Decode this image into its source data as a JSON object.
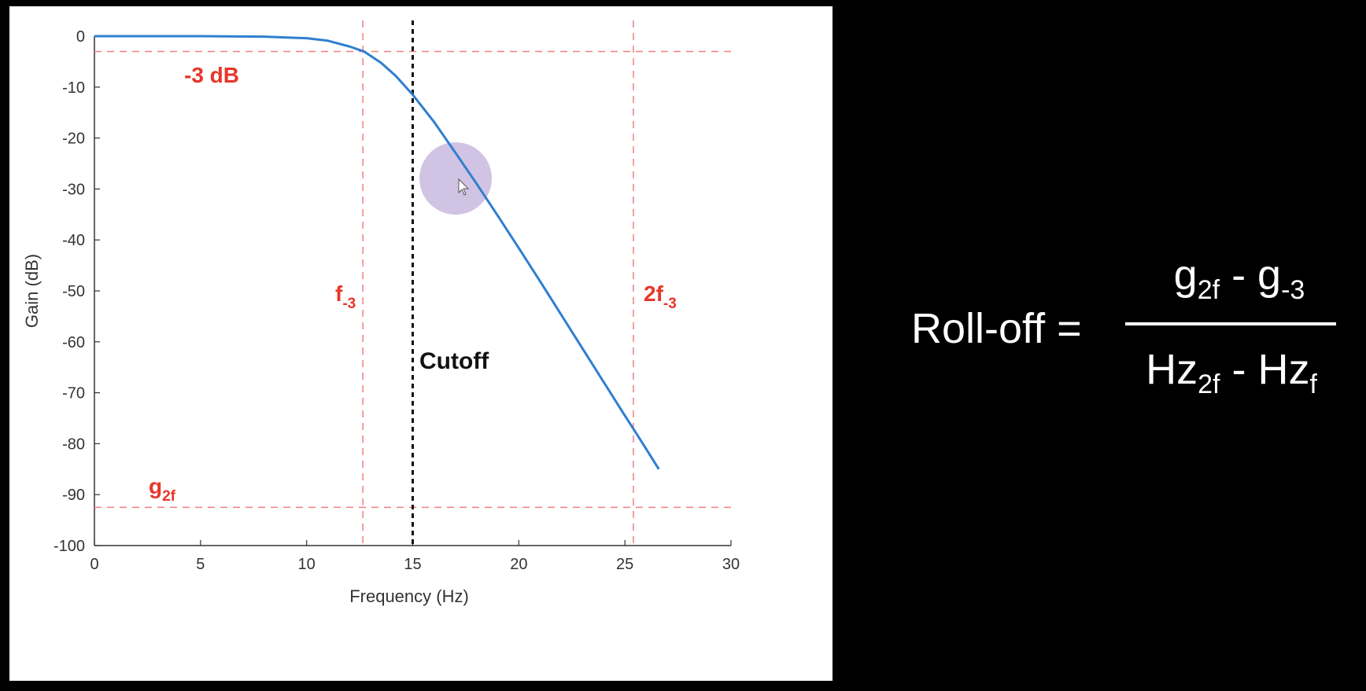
{
  "chart_data": {
    "type": "line",
    "title": "",
    "xlabel": "Frequency (Hz)",
    "ylabel": "Gain (dB)",
    "xlim": [
      0,
      30
    ],
    "ylim": [
      -100,
      0
    ],
    "xticks": [
      0,
      5,
      10,
      15,
      20,
      25,
      30
    ],
    "yticks": [
      0,
      -10,
      -20,
      -30,
      -40,
      -50,
      -60,
      -70,
      -80,
      -90,
      -100
    ],
    "grid": false,
    "series": [
      {
        "color": "#2f7fcf",
        "x": [
          0,
          5,
          8,
          10,
          11,
          12,
          12.7,
          13.5,
          14.2,
          15,
          16,
          17,
          18,
          19,
          20,
          21,
          22,
          23,
          24,
          25,
          25.4,
          26,
          26.6
        ],
        "y": [
          0,
          0,
          -0.1,
          -0.4,
          -0.9,
          -2,
          -3,
          -5.2,
          -7.8,
          -11.5,
          -16.8,
          -22.8,
          -28.9,
          -35.2,
          -41.6,
          -48.1,
          -54.7,
          -61.3,
          -67.9,
          -74.5,
          -77.1,
          -81,
          -85
        ]
      }
    ],
    "reference_lines": [
      {
        "orientation": "horizontal",
        "value": -3,
        "color": "#f08080",
        "style": "dashed"
      },
      {
        "orientation": "horizontal",
        "value": -92.5,
        "color": "#f08080",
        "style": "dashed"
      },
      {
        "orientation": "vertical",
        "value": 12.65,
        "color": "#f08080",
        "style": "dashed"
      },
      {
        "orientation": "vertical",
        "value": 25.4,
        "color": "#f08080",
        "style": "dashed"
      },
      {
        "orientation": "vertical",
        "value": 15,
        "color": "#111111",
        "style": "dashed"
      }
    ],
    "annotations": {
      "minus3db": "-3 dB",
      "f3_main": "f",
      "f3_sub": "-3",
      "twof3_main": "2f",
      "twof3_sub": "-3",
      "cutoff": "Cutoff",
      "g2f_main": "g",
      "g2f_sub": "2f"
    },
    "colors": {
      "annotation_red": "#e8362a",
      "curve_blue": "#2f7fcf",
      "cursor_highlight": "#c5b4dc"
    }
  },
  "formula": {
    "lhs": "Roll-off = ",
    "num_g1": "g",
    "num_sub1": "2f",
    "num_sep": " - g",
    "num_sub2": "-3",
    "den_hz1": "Hz",
    "den_sub1": "2f",
    "den_sep": " - Hz",
    "den_sub2": "f"
  }
}
